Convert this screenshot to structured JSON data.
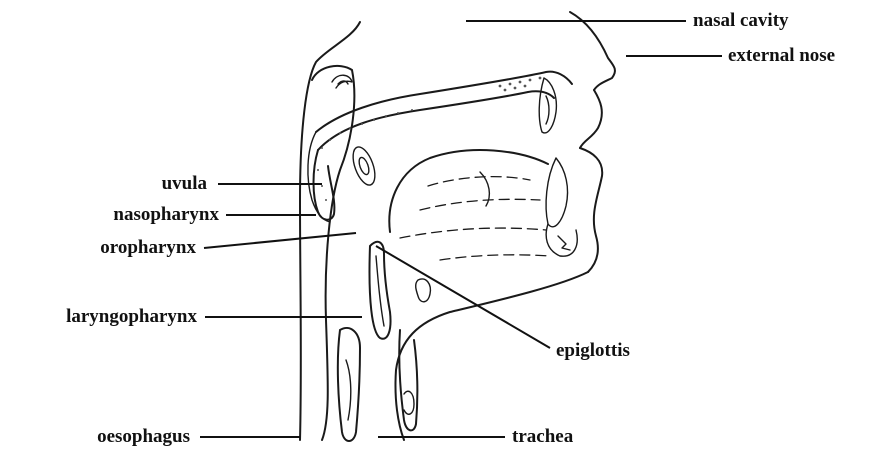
{
  "labels": {
    "nasal_cavity": "nasal cavity",
    "external_nose": "external nose",
    "uvula": "uvula",
    "nasopharynx": "nasopharynx",
    "oropharynx": "oropharynx",
    "laryngopharynx": "laryngopharynx",
    "epiglottis": "epiglottis",
    "oesophagus": "oesophagus",
    "trachea": "trachea"
  },
  "colors": {
    "ink": "#1a1a1a",
    "background": "#ffffff"
  }
}
